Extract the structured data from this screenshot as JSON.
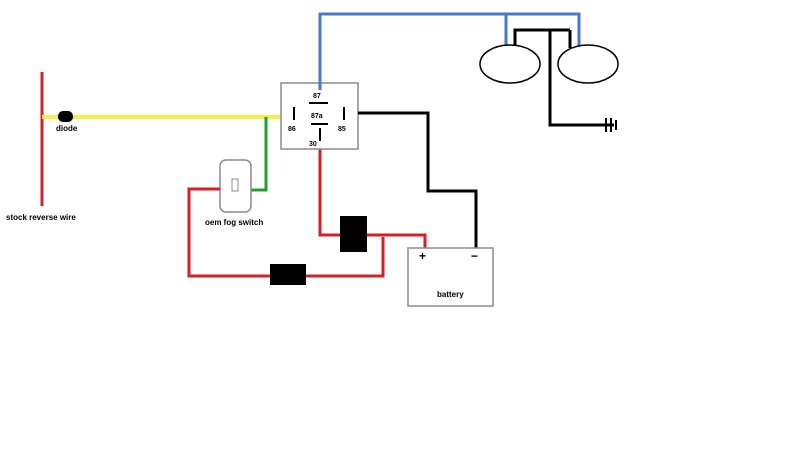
{
  "labels": {
    "diode": "diode",
    "stock_reverse_wire": "stock reverse wire",
    "oem_fog_switch": "oem fog switch",
    "battery": "battery",
    "battery_plus": "+",
    "battery_minus": "−"
  },
  "relay": {
    "pin_87": "87",
    "pin_87a": "87a",
    "pin_86": "86",
    "pin_85": "85",
    "pin_30": "30"
  },
  "colors": {
    "yellow_wire": "#f2ee4a",
    "red_wire": "#d42027",
    "green_wire": "#22a035",
    "blue_wire": "#4a78c8",
    "black_wire": "#000000",
    "component_outline": "#8c8c8c"
  }
}
